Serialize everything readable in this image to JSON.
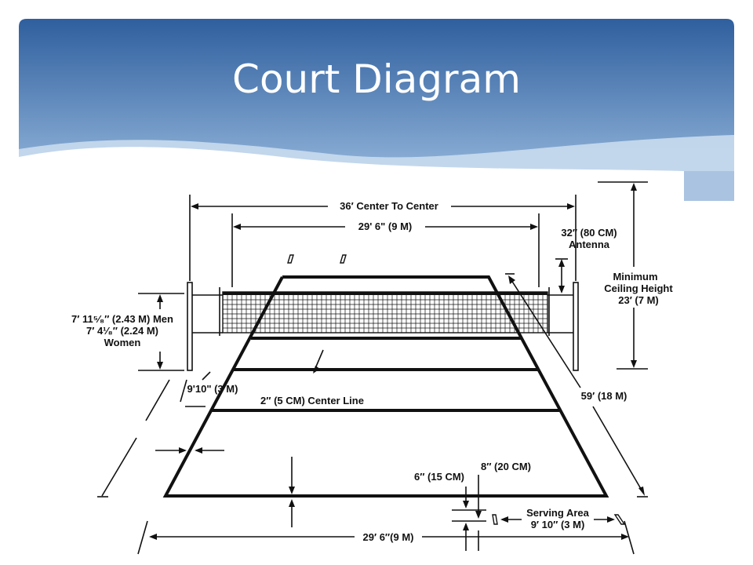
{
  "slide": {
    "title": "Court Diagram",
    "theme_colors": {
      "header_top": "#2f5f9e",
      "header_bottom": "#8fb2d8",
      "wave": "#ffffff",
      "ink": "#111111"
    }
  },
  "diagram": {
    "labels": {
      "center_to_center": "36′ Center To Center",
      "net_width": "29' 6\" (9 M)",
      "antenna_1": "32″ (80 CM)",
      "antenna_2": "Antenna",
      "ceiling_1": "Minimum",
      "ceiling_2": "Ceiling Height",
      "ceiling_3": "23′ (7 M)",
      "net_height_1": "7′ 11⁵⁄₈″ (2.43 M) Men",
      "net_height_2": "7′ 4¹⁄₈″ (2.24 M)",
      "net_height_3": "Women",
      "attack_line": "9'10\" (3 M)",
      "center_line": "2″ (5 CM) Center Line",
      "court_length": "59′ (18 M)",
      "line_width_6": "6″ (15 CM)",
      "line_width_8": "8″ (20 CM)",
      "serving_area_1": "Serving Area",
      "serving_area_2": "9′ 10″ (3 M)",
      "court_width": "29′ 6″(9 M)"
    }
  }
}
